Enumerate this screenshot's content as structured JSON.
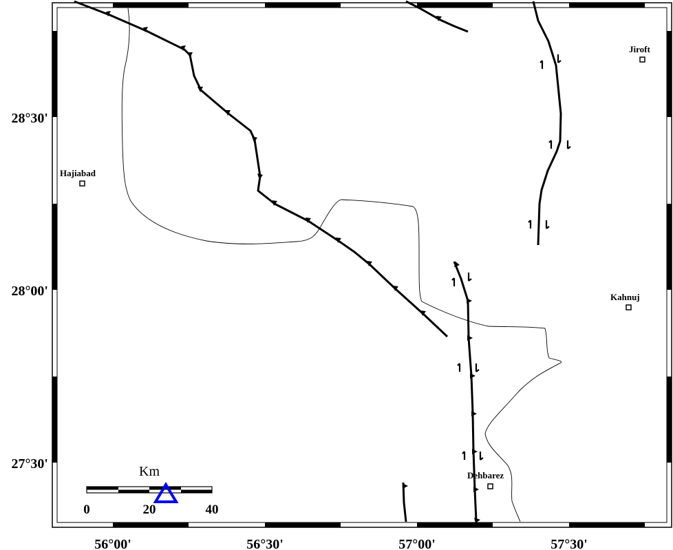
{
  "map": {
    "x_labels": [
      "56°00'",
      "56°30'",
      "57°00'",
      "57°30'"
    ],
    "y_labels": [
      "28°30'",
      "28°00'",
      "27°30'"
    ],
    "cities": [
      "Hajiabad",
      "Jiroft",
      "Kahnuj",
      "Dehbarez"
    ],
    "scale_bar": {
      "unit": "Km",
      "labels": [
        "0",
        "20",
        "40"
      ]
    },
    "marker_icon": "triangle-marker-icon",
    "colors": {
      "frame": "#000000",
      "fault": "#000000",
      "boundary": "#000000",
      "marker": "#0000ff"
    }
  }
}
